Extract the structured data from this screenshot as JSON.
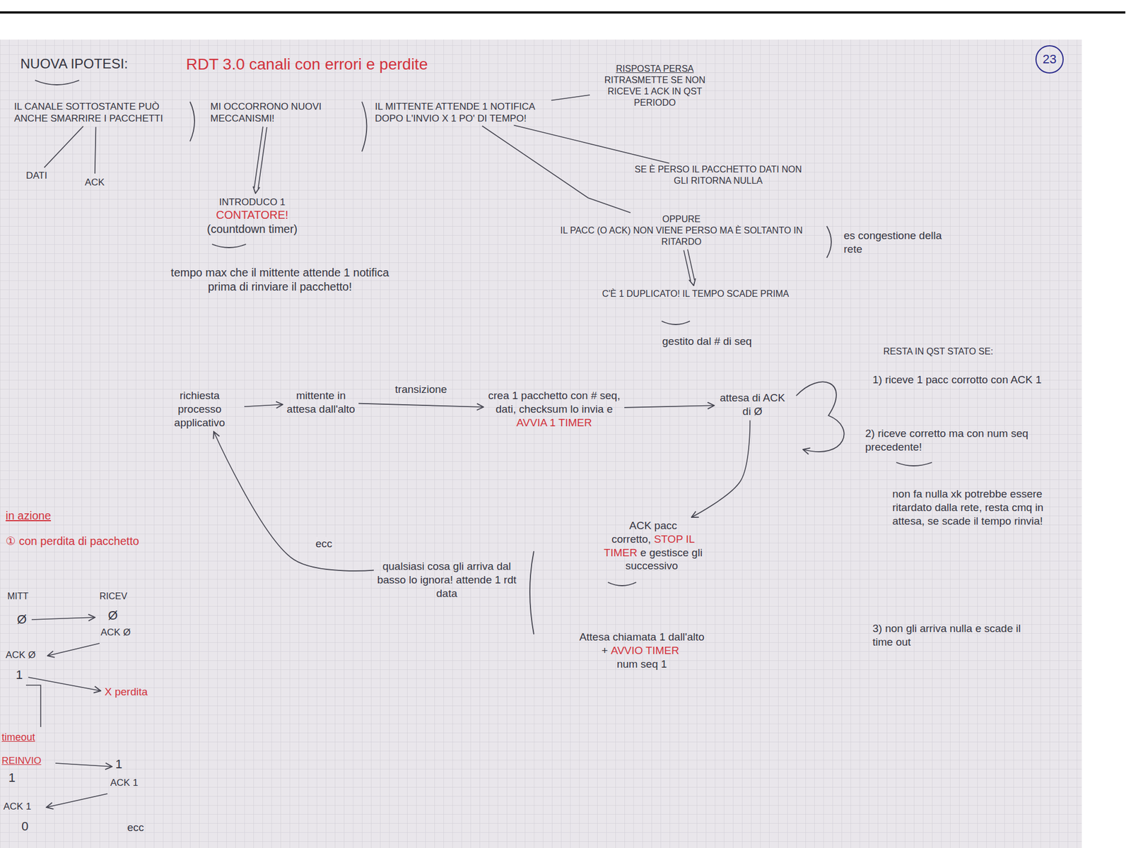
{
  "diagram": {
    "title": "RDT 3.0 canali con errori e perdite",
    "nodes": [
      {
        "text": [
          "IL CANALE SOTTOSTANTE PUÒ ANCHE SMARRIRE I PACCHETTI"
        ]
      },
      {
        "text": [
          "DATI"
        ]
      },
      {
        "text": [
          "ACK"
        ]
      },
      {
        "text": [
          "MI OCCORRONO NUOVI MECCANISMI!"
        ]
      },
      {
        "text": [
          "INTRODUCO 1",
          "CONTATORE!",
          "(countdown timer)"
        ]
      },
      {
        "text": [
          "IL MITTENTE ATTENDE 1 NOTIFICA DOPO L'INVIO X 1 PO' DI TEMPO!"
        ]
      },
      {
        "text": [
          "RISPOSTA PERSA",
          "RITRASMETTE SE NON RICEVE 1 ACK IN QST PERIODO"
        ]
      },
      {
        "text": [
          "SE È PERSO IL PACCHETTO DATI NON GLI RITORNA NULLA"
        ]
      },
      {
        "text": [
          "OPPURE",
          "IL PACC (O ACK) NON VIENE PERSO MA È SOLTANTO IN RITARDO"
        ]
      },
      {
        "text": [
          "C'È 1 DUPLICATO! IL TEMPO SCADE PRIMA"
        ]
      },
      {
        "text": [
          "richiesta processo applicativo"
        ]
      },
      {
        "text": [
          "mittente in attesa dall'alto"
        ]
      },
      {
        "text": [
          "crea 1 pacchetto con # seq, dati, checksum lo invia e",
          "AVVIA 1 TIMER"
        ]
      },
      {
        "text": [
          "attesa di ACK di Ø"
        ]
      },
      {
        "text": [
          "ACK pacc corretto,",
          "STOP IL TIMER",
          "e gestisce gli successivo"
        ]
      },
      {
        "text": [
          "Attesa chiamata 1 dall'alto",
          "+",
          "AVVIO TIMER",
          "num seq 1"
        ]
      },
      {
        "text": [
          "qualsiasi cosa gli arriva dal basso lo ignora! attende 1 rdt data"
        ]
      }
    ],
    "edges": [
      {
        "from": 0,
        "to": 1,
        "arrow": "none"
      },
      {
        "from": 0,
        "to": 2,
        "arrow": "none"
      },
      {
        "from": 3,
        "to": 4,
        "arrow": "to"
      },
      {
        "from": 5,
        "to": 6,
        "arrow": "none"
      },
      {
        "from": 5,
        "to": 7,
        "arrow": "none"
      },
      {
        "from": 5,
        "to": 8,
        "arrow": "none"
      },
      {
        "from": 8,
        "to": 9,
        "arrow": "to"
      },
      {
        "from": 10,
        "to": 11,
        "arrow": "to"
      },
      {
        "from": 11,
        "to": 12,
        "label": "transizione",
        "arrow": "to"
      },
      {
        "from": 12,
        "to": 13,
        "arrow": "to"
      },
      {
        "from": 13,
        "to": 14,
        "arrow": "to"
      },
      {
        "from": 16,
        "to": 10,
        "label": "ecc",
        "arrow": "to"
      }
    ],
    "labels": [
      "NUOVA IPOTESI:",
      "23",
      "tempo max che il mittente attende 1 notifica prima di rinviare il pacchetto!",
      "es congestione della rete",
      "gestito dal # di seq",
      "RESTA IN QST STATO SE:",
      "1) riceve 1 pacc corrotto con ACK 1",
      "2) riceve corretto ma con num seq precedente!",
      "non fa nulla xk potrebbe essere ritardato dalla rete, resta cmq in attesa, se scade il tempo rinvia!",
      "3) non gli arriva nulla e scade il time out",
      "in azione",
      "① con perdita di pacchetto",
      "MITT",
      "RICEV",
      "Ø",
      "Ø",
      "ACK Ø",
      "ACK Ø",
      "1",
      "X perdita",
      "timeout",
      "REINVIO",
      "1",
      "1",
      "ACK 1",
      "ACK 1",
      "0",
      "ecc"
    ]
  }
}
